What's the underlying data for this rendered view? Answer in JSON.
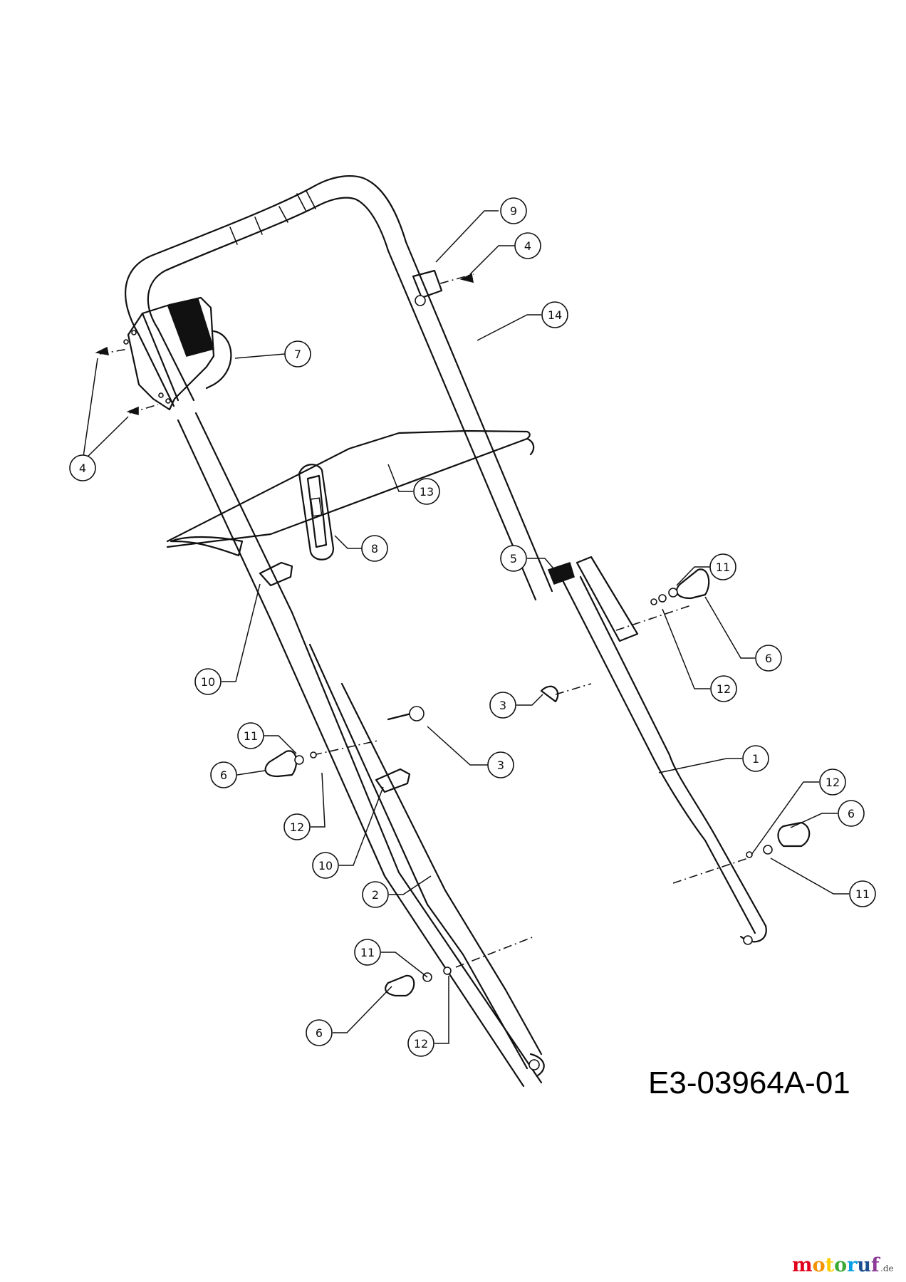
{
  "drawing_code": "E3-03964A-01",
  "watermark": {
    "letters": [
      "m",
      "o",
      "t",
      "o",
      "r",
      "u",
      "f"
    ],
    "colors": [
      "#e2001a",
      "#f39200",
      "#ffcc00",
      "#3aaa35",
      "#009fe3",
      "#1d4f91",
      "#8e3b97"
    ],
    "suffix": ".de"
  },
  "callouts": [
    {
      "id": "c-9",
      "label": "9"
    },
    {
      "id": "c-4a",
      "label": "4"
    },
    {
      "id": "c-14",
      "label": "14"
    },
    {
      "id": "c-7",
      "label": "7"
    },
    {
      "id": "c-4b",
      "label": "4"
    },
    {
      "id": "c-13",
      "label": "13"
    },
    {
      "id": "c-8",
      "label": "8"
    },
    {
      "id": "c-5",
      "label": "5"
    },
    {
      "id": "c-11a",
      "label": "11"
    },
    {
      "id": "c-6a",
      "label": "6"
    },
    {
      "id": "c-10a",
      "label": "10"
    },
    {
      "id": "c-12a",
      "label": "12"
    },
    {
      "id": "c-3a",
      "label": "3"
    },
    {
      "id": "c-11b",
      "label": "11"
    },
    {
      "id": "c-3b",
      "label": "3"
    },
    {
      "id": "c-6b",
      "label": "6"
    },
    {
      "id": "c-1",
      "label": "1"
    },
    {
      "id": "c-12b",
      "label": "12"
    },
    {
      "id": "c-12c",
      "label": "12"
    },
    {
      "id": "c-6c",
      "label": "6"
    },
    {
      "id": "c-10b",
      "label": "10"
    },
    {
      "id": "c-2",
      "label": "2"
    },
    {
      "id": "c-11c",
      "label": "11"
    },
    {
      "id": "c-11d",
      "label": "11"
    },
    {
      "id": "c-6d",
      "label": "6"
    },
    {
      "id": "c-12d",
      "label": "12"
    }
  ]
}
